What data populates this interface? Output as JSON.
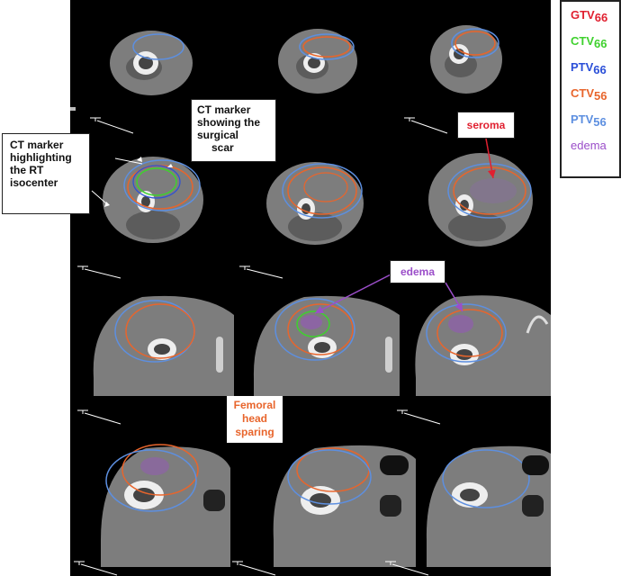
{
  "legend": {
    "items": [
      {
        "main": "GTV",
        "sub": "66",
        "color": "#e02030"
      },
      {
        "main": "CTV",
        "sub": "66",
        "color": "#3fd12e"
      },
      {
        "main": "PTV",
        "sub": "66",
        "color": "#2b4fd8"
      },
      {
        "main": "CTV",
        "sub": "56",
        "color": "#e8652c"
      },
      {
        "main": "PTV",
        "sub": "56",
        "color": "#5d8fe0"
      },
      {
        "main": "edema",
        "sub": "",
        "color": "#9b4ec9"
      }
    ]
  },
  "annotations": {
    "ct_marker_scar": [
      "CT marker",
      "showing the",
      "surgical",
      "scar"
    ],
    "ct_marker_isocenter": [
      "CT marker",
      "highlighting",
      "the RT",
      "isocenter"
    ],
    "seroma": "seroma",
    "edema": "edema",
    "femoral_head_sparing": [
      "Femoral",
      "head",
      "sparing"
    ]
  },
  "contour_colors": {
    "ctv56": "#e8652c",
    "ptv56": "#5d8fe0",
    "ctv66": "#3fd12e",
    "ptv66": "#2b4fd8",
    "edema": "#9b4ec9",
    "seroma_arrow": "#e02030",
    "edema_arrow": "#9b4ec9"
  }
}
